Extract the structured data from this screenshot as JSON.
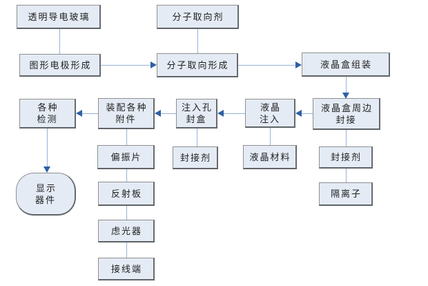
{
  "colors": {
    "box_fill": "#e4ebf5",
    "box_border": "#8f8f8f",
    "box_shadow": "#5f6367",
    "connector_line": "#95b3d7",
    "arrowhead": "#2f5fa5",
    "text": "#1f1f1f"
  },
  "nodes": {
    "transparent_glass": {
      "label": "透明导电玻璃"
    },
    "alignment_agent": {
      "label": "分子取向剂"
    },
    "electrode_formation": {
      "label": "图形电极形成"
    },
    "alignment_formation": {
      "label": "分子取向形成"
    },
    "cell_assembly": {
      "label": "液晶盒组装"
    },
    "inspection": {
      "label": "各种\n检测"
    },
    "fit_accessories": {
      "label": "装配各种\n附件"
    },
    "injection_hole_sealing": {
      "label": "注入孔\n封盒"
    },
    "lc_injection": {
      "label": "液晶\n注入"
    },
    "perimeter_sealing": {
      "label": "液晶盒周边\n封接"
    },
    "polarizer": {
      "label": "偏振片"
    },
    "sealant_left": {
      "label": "封接剂"
    },
    "lc_material": {
      "label": "液晶材料"
    },
    "sealant_right": {
      "label": "封接剂"
    },
    "display_device": {
      "label": "显示\n器件"
    },
    "reflector": {
      "label": "反射板"
    },
    "light_filter": {
      "label": "虑光器"
    },
    "terminal": {
      "label": "接线端"
    },
    "spacer": {
      "label": "隔离子"
    }
  }
}
